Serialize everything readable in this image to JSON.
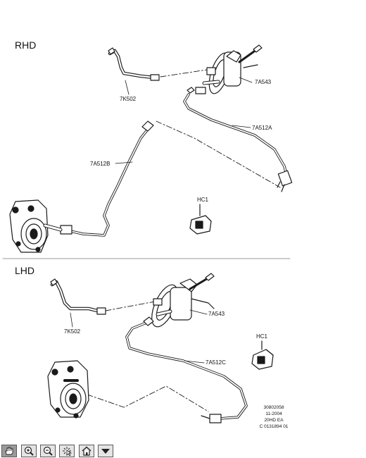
{
  "sections": {
    "rhd": {
      "title": "RHD",
      "labels": {
        "part_7k502": "7K502",
        "part_7a543": "7A543",
        "part_7a512a": "7A512A",
        "part_7a512b": "7A512B",
        "part_hc1": "HC1"
      }
    },
    "lhd": {
      "title": "LHD",
      "labels": {
        "part_7k502": "7K502",
        "part_7a543": "7A543",
        "part_7a512c": "7A512C",
        "part_hc1": "HC1"
      }
    }
  },
  "reference": {
    "line1": "30802058",
    "line2": "11-2004",
    "line3": "20HD EA",
    "line4": "C 0131894 01"
  },
  "toolbar": {
    "buttons": [
      {
        "icon": "pan-hand-icon",
        "active": true
      },
      {
        "icon": "zoom-in-icon",
        "active": false
      },
      {
        "icon": "zoom-out-icon",
        "active": false
      },
      {
        "icon": "select-pointer-icon",
        "active": false
      },
      {
        "icon": "home-icon",
        "active": false
      },
      {
        "icon": "dropdown-arrow-icon",
        "active": false
      }
    ]
  },
  "colors": {
    "line": "#1a1a1a",
    "divider": "#999999",
    "button_bg": "#e4e4e4",
    "button_active": "#9a9a9a"
  }
}
